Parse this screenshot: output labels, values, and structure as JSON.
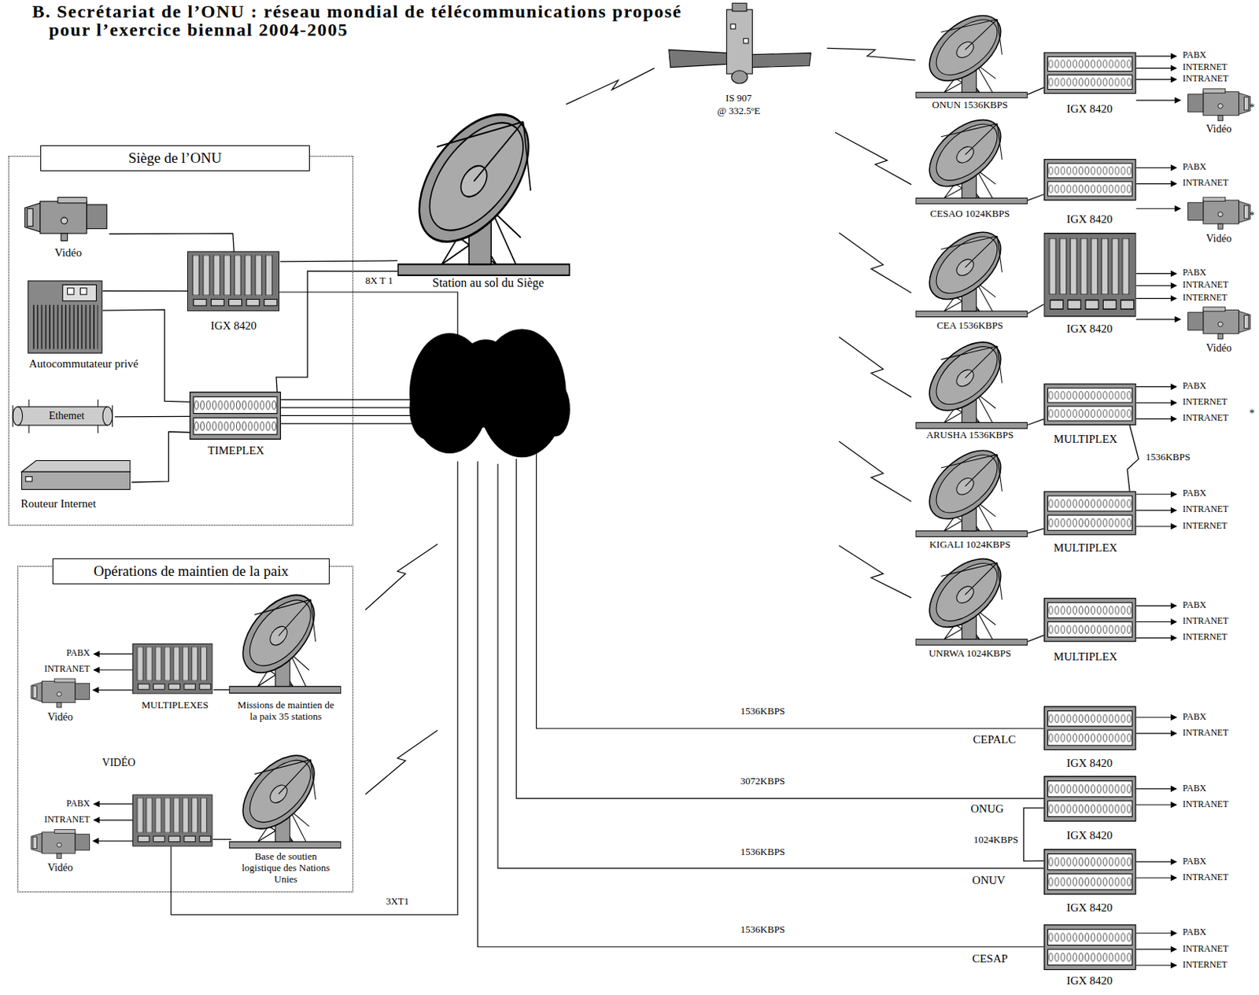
{
  "diagram": {
    "title": "B. Secrétariat de l’ONU : réseau mondial de télécommunications proposé pour l’exercice biennal 2004-2005",
    "nodes": [
      {
        "text": [
          "Siège de l’ONU"
        ]
      },
      {
        "text": [
          "Vidéo"
        ],
        "in": 0
      },
      {
        "text": [
          "IGX 8420"
        ],
        "in": 0
      },
      {
        "text": [
          "Autocommutateur privé"
        ],
        "in": 0
      },
      {
        "text": [
          "Ethemet"
        ],
        "in": 0
      },
      {
        "text": [
          "TIMEPLEX"
        ],
        "in": 0
      },
      {
        "text": [
          "Routeur Internet"
        ],
        "in": 0
      },
      {
        "text": [
          "Station au sol du Siège"
        ]
      },
      {
        "text": [
          "IS 907",
          "@ 332.5ºE"
        ]
      },
      {
        "text": [
          "Opérations de maintien de la paix"
        ]
      },
      {
        "text": [
          "MULTIPLEXES"
        ],
        "in": 9
      },
      {
        "text": [
          "Missions de maintien de la paix 35 stations"
        ],
        "in": 9
      },
      {
        "text": [
          "Base de soutien logistique des Nations Unies"
        ],
        "in": 9
      },
      {
        "text": [
          "ONUN 1536KBPS"
        ]
      },
      {
        "text": [
          "IGX 8420"
        ]
      },
      {
        "text": [
          "CESAO 1024KBPS"
        ]
      },
      {
        "text": [
          "IGX 8420"
        ]
      },
      {
        "text": [
          "CEA 1536KBPS"
        ]
      },
      {
        "text": [
          "IGX 8420"
        ]
      },
      {
        "text": [
          "ARUSHA 1536KBPS"
        ]
      },
      {
        "text": [
          "MULTIPLEX"
        ]
      },
      {
        "text": [
          "KIGALI 1024KBPS"
        ]
      },
      {
        "text": [
          "MULTIPLEX"
        ]
      },
      {
        "text": [
          "UNRWA 1024KBPS"
        ]
      },
      {
        "text": [
          "MULTIPLEX"
        ]
      },
      {
        "text": [
          "CEPALC",
          "IGX 8420"
        ]
      },
      {
        "text": [
          "ONUG",
          "IGX 8420"
        ]
      },
      {
        "text": [
          "ONUV",
          "IGX 8420"
        ]
      },
      {
        "text": [
          "CESAP",
          "IGX 8420"
        ]
      }
    ],
    "edges": [
      {
        "from": 1,
        "to": 2,
        "arrow": "none"
      },
      {
        "from": 3,
        "to": 2,
        "arrow": "none"
      },
      {
        "from": 3,
        "to": 5,
        "arrow": "none"
      },
      {
        "from": 4,
        "to": 5,
        "arrow": "none"
      },
      {
        "from": 6,
        "to": 5,
        "arrow": "none"
      },
      {
        "from": 2,
        "to": 7,
        "arrow": "none"
      },
      {
        "from": 5,
        "to": 7,
        "arrow": "none"
      },
      {
        "from": 10,
        "to": 11,
        "arrow": "none"
      },
      {
        "from": 13,
        "to": 14,
        "arrow": "none"
      },
      {
        "from": 15,
        "to": 16,
        "arrow": "none"
      },
      {
        "from": 17,
        "to": 18,
        "arrow": "none"
      },
      {
        "from": 19,
        "to": 20,
        "arrow": "none"
      },
      {
        "from": 21,
        "to": 22,
        "arrow": "none"
      },
      {
        "from": 23,
        "to": 24,
        "arrow": "none"
      },
      {
        "from": 20,
        "to": 22,
        "label": "1536KBPS",
        "arrow": "none"
      },
      {
        "from": 26,
        "to": 27,
        "label": "1024KBPS",
        "arrow": "none"
      }
    ],
    "labels": [
      "8X T 1",
      "1536KBPS",
      "3072KBPS",
      "1536KBPS",
      "1536KBPS",
      "3XT1",
      "VIDÉO",
      "PABX",
      "INTRANET",
      "Vidéo",
      "PABX",
      "INTRANET",
      "Vidéo",
      "PABX",
      "INTERNET",
      "INTRANET",
      "Vidéo",
      "*",
      "PABX",
      "INTRANET",
      "Vidéo",
      "*",
      "PABX",
      "INTRANET",
      "INTERNET",
      "Vidéo",
      "PABX",
      "INTERNET",
      "INTRANET",
      "*",
      "PABX",
      "INTRANET",
      "INTERNET",
      "PABX",
      "INTRANET",
      "INTERNET",
      "PABX",
      "INTRANET",
      "PABX",
      "INTRANET",
      "PABX",
      "INTRANET",
      "PABX",
      "INTRANET",
      "INTERNET"
    ]
  }
}
